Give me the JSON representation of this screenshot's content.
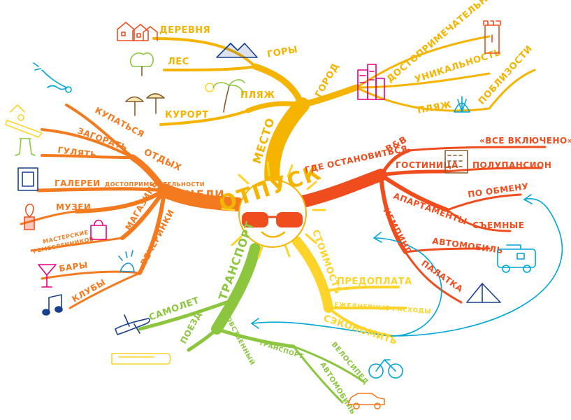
{
  "colors": {
    "yellow": "#f5b400",
    "red": "#f04d1f",
    "orange": "#f47a20",
    "green": "#8cc63f",
    "lightyellow": "#ffd42a",
    "pink": "#e6007e",
    "blue": "#1e90d0",
    "navy": "#1b3f8f",
    "cyan": "#00a6d6",
    "brown": "#8a5a2b"
  },
  "center": {
    "title": "ОТПУСК"
  },
  "mesto": {
    "label": "МЕСТО",
    "gory": "ГОРЫ",
    "derevnya": "ДЕРЕВНЯ",
    "les": "ЛЕС",
    "plyazh": "ПЛЯЖ",
    "kurort": "КУРОРТ",
    "gorod": "ГОРОД",
    "dostoprim": "ДОСТОПРИМЕЧАТЕЛЬНОСТИ",
    "unikalnost": "УНИКАЛЬНОСТЬ",
    "plyazh2": "ПЛЯЖ",
    "poblizosti": "ПОБЛИЗОСТИ"
  },
  "gde": {
    "label": "ГДЕ ОСТАНОВИТЬСЯ",
    "bnb": "B&B",
    "gostinitsa": "ГОСТИНИЦА",
    "vse": "«ВСЕ ВКЛЮЧЕНО»",
    "polupansion": "ПОЛУПАНСИОН",
    "apartamenty": "АПАРТАМЕНТЫ",
    "poobmenu": "ПО ОБМЕНУ",
    "semnye": "СЪЕМНЫЕ",
    "kemping": "КЕМПИНГ",
    "avtomobil": "АВТОМОБИЛЬ",
    "palatka": "ПАЛАТКА"
  },
  "tseli": {
    "label": "ЦЕЛИ",
    "otdyh": "ОТДЫХ",
    "kupatsya": "КУПАТЬСЯ",
    "zagorat": "ЗАГОРАТЬ",
    "gulyat": "ГУЛЯТЬ",
    "dostoprim": "ДОСТОПРИМЕЧАТЕЛЬНОСТИ",
    "galerei": "ГАЛЕРЕИ",
    "magaziny": "МАГАЗИНЫ",
    "muzei": "МУЗЕИ",
    "masterskie1": "МАСТЕРСКИЕ",
    "masterskie2": "РЕМЕСЛЕННИКОВ",
    "vecherinki": "ВЕЧЕРИНКИ",
    "bary": "БАРЫ",
    "kluby": "КЛУБЫ"
  },
  "transport": {
    "label": "ТРАНСПОРТ",
    "samolet": "САМОЛЕТ",
    "poezd": "ПОЕЗД",
    "sobstvennyi": "СОБСТВЕННЫЙ",
    "transport2": "ТРАНСПОРТ",
    "velosiped": "ВЕЛОСИПЕД",
    "avtomobil": "АВТОМОБИЛЬ"
  },
  "stoimost": {
    "label": "СТОИМОСТЬ",
    "predoplata": "ПРЕДОПЛАТА",
    "ezhedn": "ЕЖЕДНЕВНЫЕ РАСХОДЫ",
    "ekonomit": "СЭКОНОМИТЬ"
  }
}
